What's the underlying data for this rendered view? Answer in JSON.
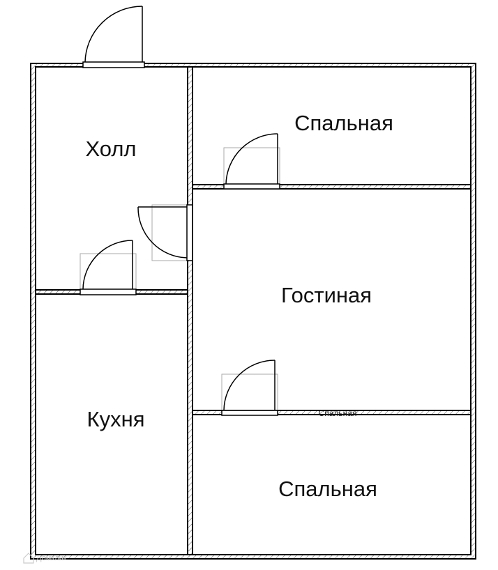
{
  "rooms": {
    "hall": "Холл",
    "kitchen": "Кухня",
    "bedroom_top": "Спальная",
    "living_room": "Гостиная",
    "bedroom_bottom": "Спальная",
    "bedroom_bottom_small": "Спальная"
  },
  "watermark": {
    "text": "Домклик"
  },
  "colors": {
    "wall": "#000000",
    "hatch": "#555555",
    "door_frame": "#aaaaaa"
  }
}
